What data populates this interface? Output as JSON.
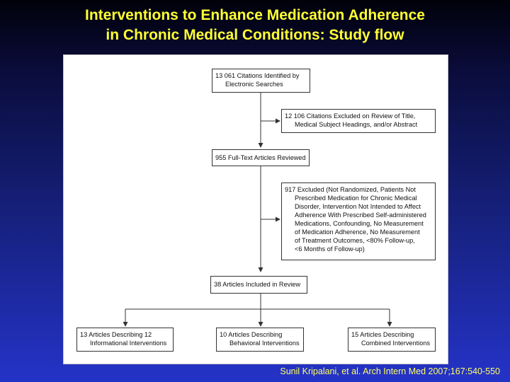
{
  "title": {
    "line1": "Interventions to Enhance Medication Adherence",
    "line2": "in Chronic Medical Conditions: Study flow"
  },
  "flow": {
    "identified": [
      "13 061 Citations Identified by",
      "Electronic Searches"
    ],
    "excluded_title": [
      "12 106 Citations Excluded on Review of Title,",
      "Medical Subject Headings, and/or Abstract"
    ],
    "fulltext": [
      "955 Full-Text Articles Reviewed"
    ],
    "excluded_fulltext": [
      "917 Excluded (Not Randomized, Patients Not",
      "Prescribed Medication for Chronic Medical",
      "Disorder, Intervention Not Intended to Affect",
      "Adherence With Prescribed Self-administered",
      "Medications, Confounding, No Measurement",
      "of Medication Adherence, No Measurement",
      "of Treatment Outcomes, <80% Follow-up,",
      "<6 Months of Follow-up)"
    ],
    "included": [
      "38 Articles Included in Review"
    ],
    "informational": [
      "13 Articles Describing 12",
      "Informational Interventions"
    ],
    "behavioral": [
      "10 Articles Describing",
      "Behavioral Interventions"
    ],
    "combined": [
      "15 Articles Describing",
      "Combined Interventions"
    ]
  },
  "citation": "Sunil Kripalani, et al. Arch Intern Med 2007;167:540-550"
}
